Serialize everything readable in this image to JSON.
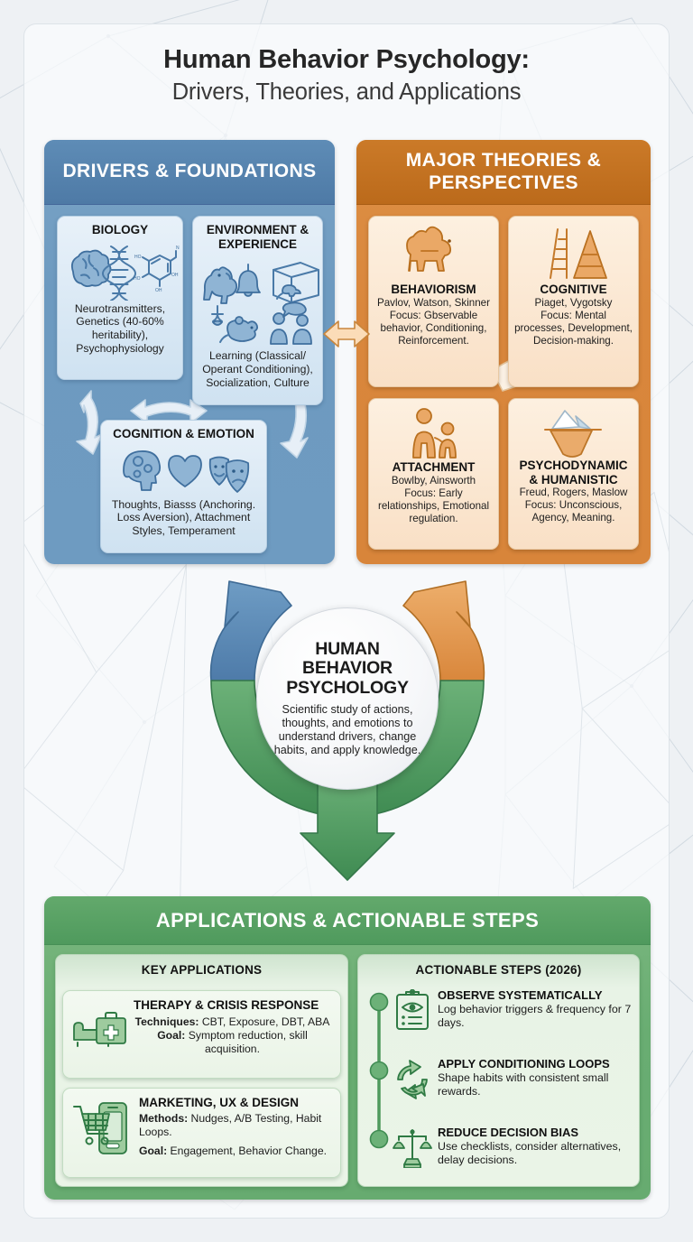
{
  "title": {
    "main": "Human Behavior Psychology:",
    "sub": "Drivers, Theories, and Applications"
  },
  "colors": {
    "blue_header": "#4e7aa6",
    "blue_body": "#6d9ac0",
    "orange_header": "#c8701f",
    "orange_body": "#d9873c",
    "green_header": "#4f9a5d",
    "green_body": "#69ad72",
    "page_bg": "#eef1f4"
  },
  "drivers_panel": {
    "header": "DRIVERS & FOUNDATIONS",
    "cards": [
      {
        "title": "BIOLOGY",
        "body": "Neurotransmitters, Genetics (40-60% heritability), Psychophysiology",
        "icons": [
          "brain-icon",
          "dna-icon",
          "molecule-icon"
        ]
      },
      {
        "title": "ENVIRONMENT & EXPERIENCE",
        "body": "Learning (Classical/ Operant Conditioning), Socialization, Culture",
        "icons": [
          "dog-icon",
          "bell-icon",
          "skinner-box-icon",
          "lever-icon",
          "rat-icon",
          "people-talking-icon"
        ]
      },
      {
        "title": "COGNITION & EMOTION",
        "body": "Thoughts, Biasss (Anchoring. Loss Aversion), Attachment Styles, Temperament",
        "icons": [
          "head-gears-icon",
          "heart-icon",
          "theater-masks-icon"
        ]
      }
    ]
  },
  "theories_panel": {
    "header": "MAJOR THEORIES & PERSPECTIVES",
    "cards": [
      {
        "title": "BEHAVIORISM",
        "people": "Pavlov, Watson, Skinner",
        "focus": "Focus: Gbservable behavior, Conditioning, Reinforcement.",
        "icon": "dog-icon"
      },
      {
        "title": "COGNITIVE",
        "people": "Piaget, Vygotsky",
        "focus": "Focus: Mental processes, Development, Decision-making.",
        "icon": "ladder-pyramid-icon"
      },
      {
        "title": "ATTACHMENT",
        "people": "Bowlby, Ainsworth",
        "focus": "Focus: Early relationships, Emotional regulation.",
        "icon": "parent-child-icon"
      },
      {
        "title": "PSYCHODYNAMIC & HUMANISTIC",
        "people": "Freud, Rogers, Maslow",
        "focus": "Focus: Unconscious, Agency, Meaning.",
        "icon": "iceberg-icon"
      }
    ]
  },
  "hub": {
    "title": "HUMAN BEHAVIOR PSYCHOLOGY",
    "description": "Scientific study of actions, thoughts, and emotions to understand drivers, change habits, and apply knowledge."
  },
  "applications_panel": {
    "header": "APPLICATIONS & ACTIONABLE STEPS",
    "left_column": {
      "header": "KEY APPLICATIONS",
      "cards": [
        {
          "title": "THERAPY & CRISIS RESPONSE",
          "line1_label": "Techniques:",
          "line1_value": " CBT, Exposure, DBT, ABA",
          "line2_label": "Goal:",
          "line2_value": " Symptom reduction, skill acquisition.",
          "icon": "couch-medkit-icon"
        },
        {
          "title": "MARKETING, UX & DESIGN",
          "line1_label": "Methods:",
          "line1_value": " Nudges, A/B Testing, Habit Loops.",
          "line2_label": "Goal:",
          "line2_value": " Engagement, Behavior Change.",
          "icon": "cart-phone-icon"
        }
      ]
    },
    "right_column": {
      "header": "ACTIONABLE STEPS (2026)",
      "steps": [
        {
          "title": "OBSERVE SYSTEMATICALLY",
          "text": "Log behavior triggers & frequency for 7 days.",
          "icon": "clipboard-eye-icon"
        },
        {
          "title": "APPLY CONDITIONING LOOPS",
          "text": "Shape habits with consistent small rewards.",
          "icon": "cycle-arrows-icon"
        },
        {
          "title": "REDUCE DECISION BIAS",
          "text": "Use checklists, consider alternatives, delay decisions.",
          "icon": "scales-icon"
        }
      ]
    }
  }
}
